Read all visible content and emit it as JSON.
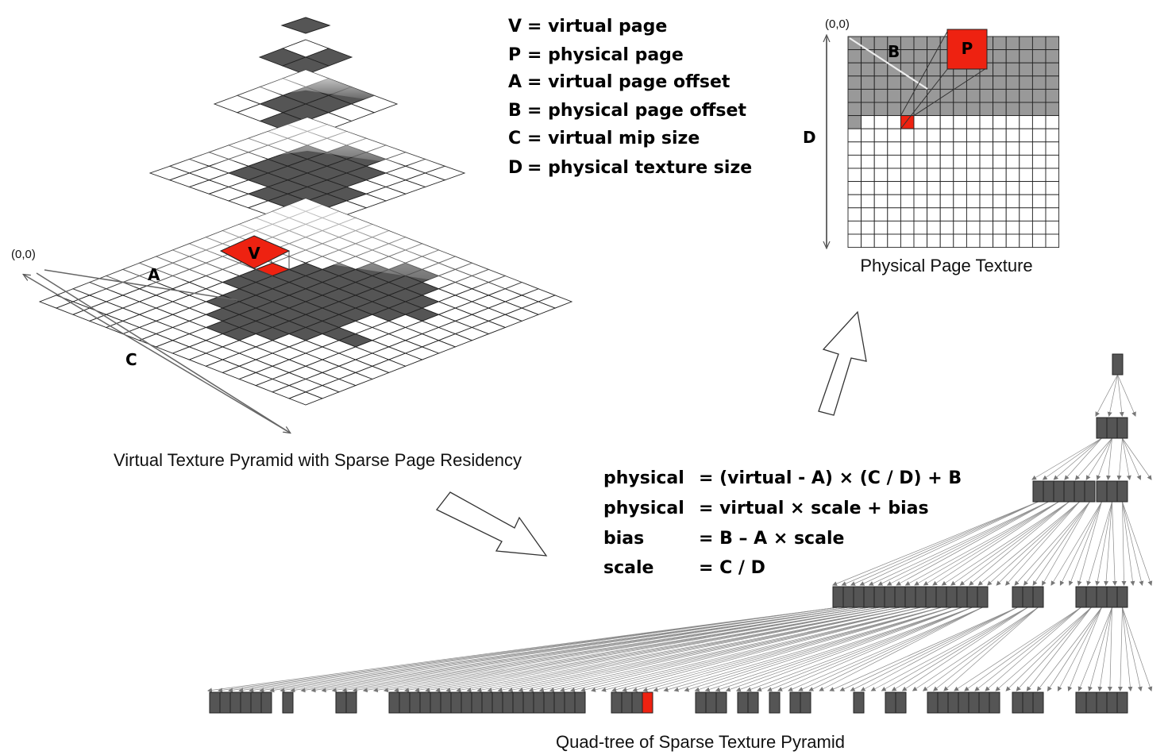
{
  "legend": [
    {
      "key": "V",
      "text": "= virtual page"
    },
    {
      "key": "P",
      "text": "= physical page"
    },
    {
      "key": "A",
      "text": "= virtual page offset"
    },
    {
      "key": "B",
      "text": "= physical page offset"
    },
    {
      "key": "C",
      "text": "= virtual mip size"
    },
    {
      "key": "D",
      "text": "= physical texture size"
    }
  ],
  "formulas": [
    {
      "lhs": "physical",
      "rhs": "= (virtual - A) × (C / D) + B"
    },
    {
      "lhs": "physical",
      "rhs": "= virtual × scale + bias"
    },
    {
      "lhs": "bias",
      "rhs": "= B – A × scale"
    },
    {
      "lhs": "scale",
      "rhs": "= C / D"
    }
  ],
  "labels": {
    "origin_virtual": "(0,0)",
    "origin_physical": "(0,0)",
    "A": "A",
    "B": "B",
    "C": "C",
    "D": "D",
    "V": "V",
    "P": "P"
  },
  "captions": {
    "pyramid": "Virtual Texture Pyramid with Sparse Page Residency",
    "physical": "Physical Page Texture",
    "quadtree": "Quad-tree of Sparse Texture Pyramid"
  },
  "colors": {
    "resident": "#555555",
    "free": "#ffffff",
    "highlight": "#ee2211",
    "physical_used": "#999999",
    "grid": "#222222"
  },
  "pyramid_levels": [
    {
      "size": 1,
      "resident": [
        [
          0,
          0
        ]
      ]
    },
    {
      "size": 2,
      "resident": [
        [
          0,
          1
        ],
        [
          1,
          0
        ],
        [
          1,
          1
        ]
      ]
    },
    {
      "size": 4,
      "resident": [
        [
          0,
          1
        ],
        [
          0,
          2
        ],
        [
          1,
          1
        ],
        [
          1,
          2
        ],
        [
          2,
          1
        ],
        [
          2,
          2
        ],
        [
          3,
          2
        ]
      ]
    },
    {
      "size": 8,
      "resident": [
        [
          1,
          3
        ],
        [
          1,
          4
        ],
        [
          2,
          2
        ],
        [
          2,
          3
        ],
        [
          2,
          4
        ],
        [
          2,
          5
        ],
        [
          3,
          2
        ],
        [
          3,
          3
        ],
        [
          3,
          4
        ],
        [
          3,
          5
        ],
        [
          4,
          2
        ],
        [
          4,
          3
        ],
        [
          4,
          4
        ],
        [
          4,
          5
        ],
        [
          4,
          6
        ],
        [
          5,
          2
        ],
        [
          5,
          3
        ],
        [
          5,
          4
        ],
        [
          5,
          5
        ],
        [
          5,
          6
        ],
        [
          6,
          4
        ],
        [
          6,
          5
        ]
      ]
    },
    {
      "size": 16,
      "resident": [
        [
          2,
          8
        ],
        [
          2,
          9
        ],
        [
          3,
          7
        ],
        [
          3,
          8
        ],
        [
          3,
          9
        ],
        [
          3,
          10
        ],
        [
          4,
          6
        ],
        [
          4,
          7
        ],
        [
          4,
          8
        ],
        [
          4,
          9
        ],
        [
          4,
          10
        ],
        [
          4,
          11
        ],
        [
          5,
          5
        ],
        [
          5,
          6
        ],
        [
          5,
          7
        ],
        [
          5,
          8
        ],
        [
          5,
          9
        ],
        [
          5,
          10
        ],
        [
          5,
          11
        ],
        [
          5,
          12
        ],
        [
          6,
          5
        ],
        [
          6,
          6
        ],
        [
          6,
          7
        ],
        [
          6,
          8
        ],
        [
          6,
          9
        ],
        [
          6,
          10
        ],
        [
          6,
          11
        ],
        [
          7,
          4
        ],
        [
          7,
          5
        ],
        [
          7,
          6
        ],
        [
          7,
          7
        ],
        [
          7,
          8
        ],
        [
          7,
          9
        ],
        [
          7,
          10
        ],
        [
          8,
          4
        ],
        [
          8,
          5
        ],
        [
          8,
          6
        ],
        [
          8,
          7
        ],
        [
          8,
          8
        ],
        [
          8,
          9
        ],
        [
          8,
          10
        ],
        [
          9,
          5
        ],
        [
          9,
          6
        ],
        [
          9,
          7
        ],
        [
          9,
          8
        ],
        [
          9,
          9
        ],
        [
          9,
          10
        ],
        [
          9,
          11
        ],
        [
          9,
          12
        ],
        [
          10,
          5
        ],
        [
          10,
          6
        ],
        [
          10,
          7
        ],
        [
          10,
          8
        ],
        [
          10,
          9
        ],
        [
          10,
          10
        ],
        [
          11,
          6
        ],
        [
          11,
          7
        ],
        [
          11,
          8
        ],
        [
          11,
          9
        ],
        [
          12,
          7
        ],
        [
          12,
          8
        ]
      ]
    }
  ],
  "physical_texture": {
    "cols": 16,
    "rows": 16,
    "used_rows": 6,
    "used_extra": 1,
    "highlight": [
      4,
      6
    ]
  },
  "quadtree": {
    "levels": [
      {
        "groups": [
          [
            1
          ]
        ]
      },
      {
        "groups": [
          [
            3
          ]
        ]
      },
      {
        "groups": [
          [
            6
          ],
          [
            3
          ]
        ]
      },
      {
        "groups": [
          [
            15
          ],
          [
            3
          ],
          [
            5
          ]
        ]
      },
      {
        "groups": [
          [
            6
          ],
          [
            1
          ],
          [
            2
          ],
          [
            19
          ],
          [
            4,
            "red_last"
          ],
          [
            3
          ],
          [
            2
          ],
          [
            1
          ],
          [
            2
          ],
          [
            1
          ],
          [
            2
          ],
          [
            7
          ],
          [
            3
          ],
          [
            5
          ]
        ]
      }
    ]
  }
}
